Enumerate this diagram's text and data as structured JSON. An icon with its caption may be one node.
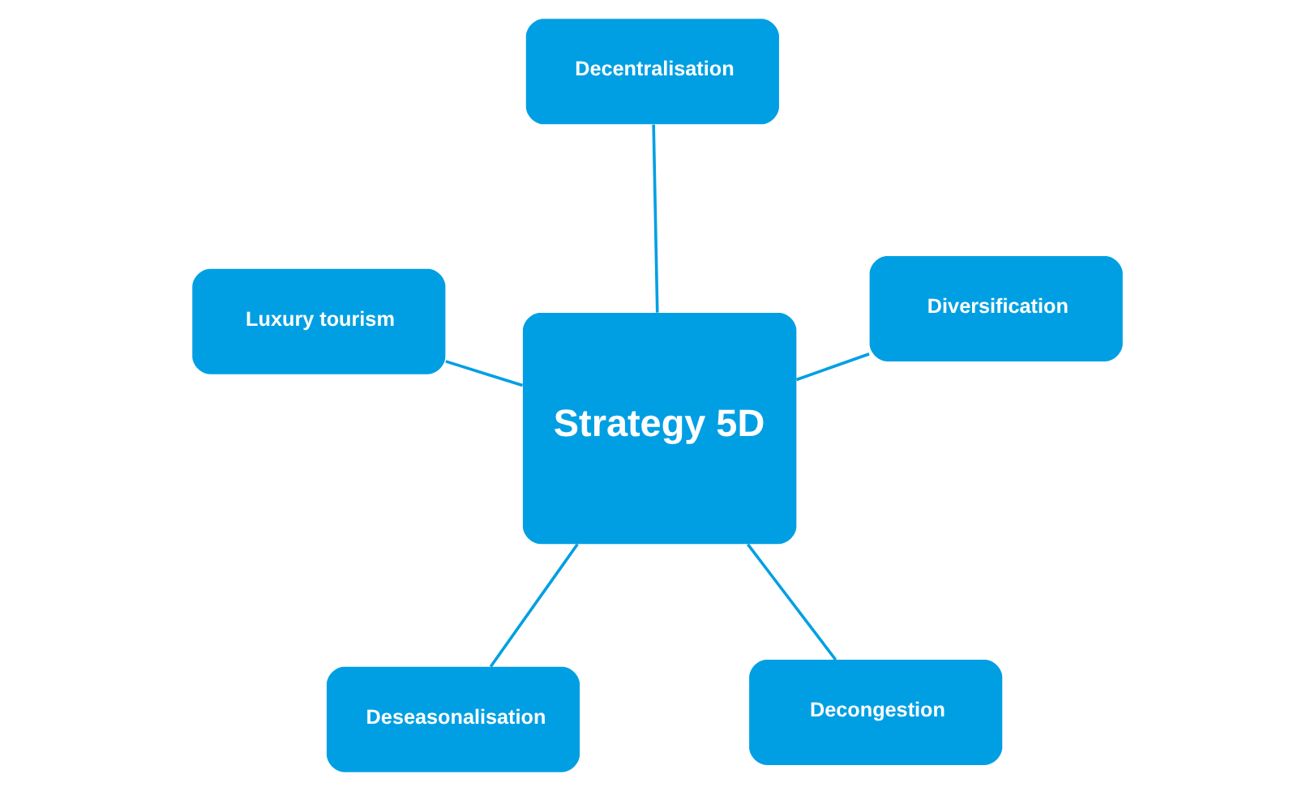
{
  "diagram": {
    "nodes": [
      {
        "text": [
          "Deseasonalisation"
        ]
      },
      {
        "text": [
          "Decongestion"
        ]
      },
      {
        "text": [
          "Strategy 5D"
        ]
      },
      {
        "text": [
          "Decentralisation"
        ]
      },
      {
        "text": [
          "Diversification"
        ]
      },
      {
        "text": [
          "Luxury tourism"
        ]
      }
    ],
    "edges": [
      {
        "from": 2,
        "to": 0,
        "arrow": "none"
      },
      {
        "from": 2,
        "to": 1,
        "arrow": "none"
      },
      {
        "from": 2,
        "to": 3,
        "arrow": "none"
      },
      {
        "from": 2,
        "to": 4,
        "arrow": "none"
      },
      {
        "from": 2,
        "to": 5,
        "arrow": "none"
      }
    ]
  }
}
